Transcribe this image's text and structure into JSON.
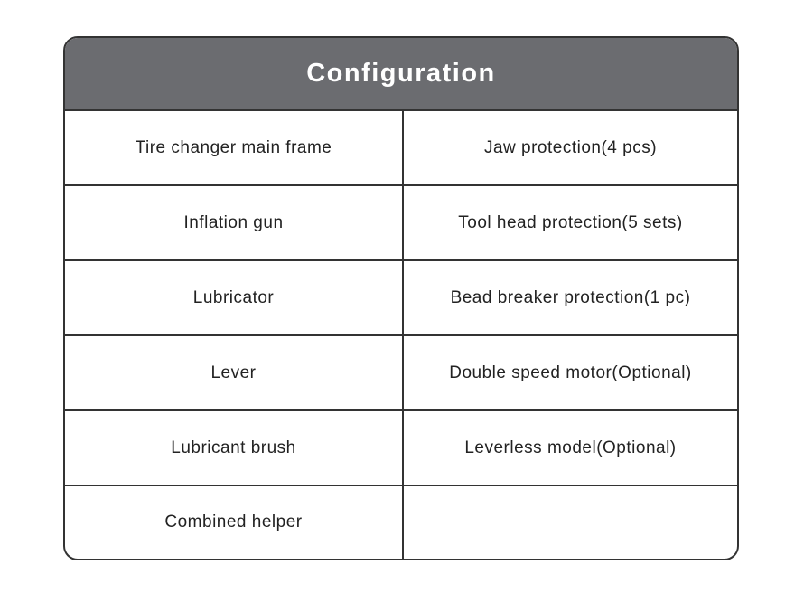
{
  "title": "Configuration",
  "rows": [
    {
      "left": "Tire changer main frame",
      "right": "Jaw protection(4 pcs)"
    },
    {
      "left": "Inflation gun",
      "right": "Tool head protection(5 sets)"
    },
    {
      "left": "Lubricator",
      "right": "Bead breaker protection(1 pc)"
    },
    {
      "left": "Lever",
      "right": "Double speed motor(Optional)"
    },
    {
      "left": "Lubricant brush",
      "right": "Leverless model(Optional)"
    },
    {
      "left": "Combined helper",
      "right": ""
    }
  ]
}
